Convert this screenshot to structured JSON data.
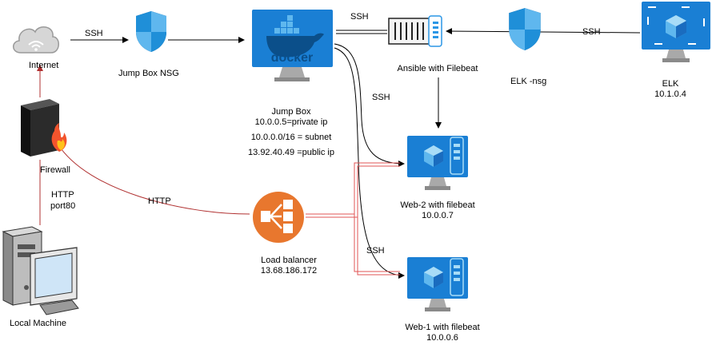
{
  "labels": {
    "internet": "Internet",
    "firewall": "Firewall",
    "local_machine": "Local Machine",
    "http_port_1": "HTTP",
    "http_port_2": "port80",
    "http_lb": "HTTP",
    "ssh_internet_nsg": "SSH",
    "jump_nsg": "Jump Box NSG",
    "jumpbox_title": "Jump Box",
    "jumpbox_private": "10.0.0.5=private ip",
    "jumpbox_subnet": "10.0.0.0/16 = subnet",
    "jumpbox_public": "13.92.40.49 =public ip",
    "ssh_docker_ansible": "SSH",
    "ssh_down": "SSH",
    "ssh_web1": "SSH",
    "ansible": "Ansible with Filebeat",
    "elk_nsg": "ELK -nsg",
    "ssh_elk": "SSH",
    "elk_title": "ELK",
    "elk_ip": "10.1.0.4",
    "lb_title": "Load balancer",
    "lb_ip": "13.68.186.172",
    "web2_title": "Web-2 with filebeat",
    "web2_ip": "10.0.0.7",
    "web1_title": "Web-1 with filebeat",
    "web1_ip": "10.0.0.6",
    "docker_text": "docker"
  },
  "colors": {
    "azure_blue": "#1a7fd4",
    "azure_dark": "#0c5ea8",
    "azure_light": "#59b4e9",
    "red_line": "#c0392b",
    "red_double": "#e05555",
    "lb_orange": "#e8772e",
    "cloud_grey": "#c8c8c8",
    "shield_blue": "#1f8fd8",
    "shield_dark": "#0b4f8a"
  },
  "icons": [
    "cloud-icon",
    "firewall-icon",
    "computer-icon",
    "shield-icon",
    "docker-monitor-icon",
    "ansible-server-icon",
    "elk-monitor-icon",
    "load-balancer-icon",
    "vm-monitor-icon"
  ]
}
